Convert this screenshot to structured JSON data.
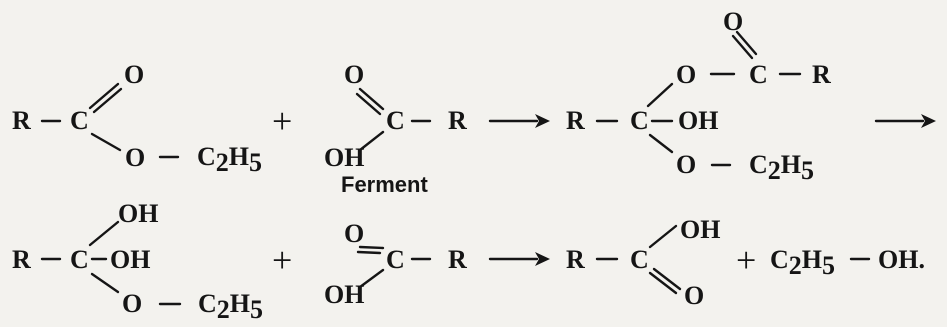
{
  "reaction": {
    "step1": {
      "reactant_a": {
        "r": "R",
        "c": "C",
        "o_double": "O",
        "o_single": "O",
        "ethyl": "C",
        "ethyl_sub": "2",
        "ethyl_h": "H",
        "ethyl_h_sub": "5"
      },
      "plus": "+",
      "reactant_b": {
        "o_double": "O",
        "oh": "OH",
        "c": "C",
        "r": "R"
      },
      "catalyst": "Ferment",
      "product": {
        "r": "R",
        "c": "C",
        "oh": "OH",
        "o_top": "O",
        "o_bottom": "O",
        "acyl_o": "O",
        "acyl_c": "C",
        "acyl_r": "R",
        "ethyl": "C",
        "ethyl_sub": "2",
        "ethyl_h": "H",
        "ethyl_h_sub": "5"
      }
    },
    "step2": {
      "reactant_a": {
        "r": "R",
        "c": "C",
        "oh_top": "OH",
        "oh_mid": "OH",
        "o_single": "O",
        "ethyl": "C",
        "ethyl_sub": "2",
        "ethyl_h": "H",
        "ethyl_h_sub": "5"
      },
      "plus": "+",
      "reactant_b": {
        "o_double": "O",
        "oh": "OH",
        "c": "C",
        "r": "R"
      },
      "product_acid": {
        "r": "R",
        "c": "C",
        "oh": "OH",
        "o_double": "O"
      },
      "plus2": "+",
      "product_alcohol": {
        "c": "C",
        "sub2": "2",
        "h": "H",
        "sub5": "5",
        "oh": "OH."
      }
    }
  }
}
